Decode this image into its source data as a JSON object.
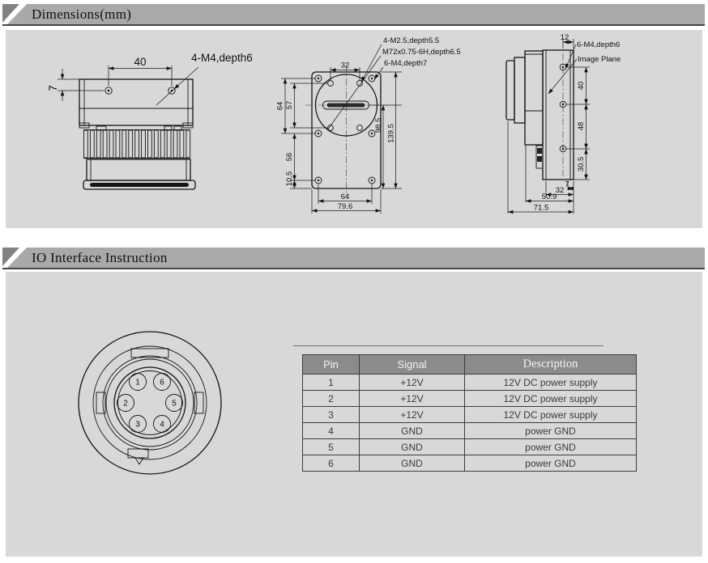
{
  "colors": {
    "section_bar": "#a9a9a9",
    "content_bg": "#d8d8d8",
    "table_header_bg": "#8b8b8b",
    "line": "#141414"
  },
  "sections": {
    "dimensions": {
      "title": "Dimensions(mm)"
    },
    "io": {
      "title": "IO Interface Instruction"
    }
  },
  "drawings": {
    "top_view": {
      "dim_width": "40",
      "dim_offset": "7",
      "label_holes": "4-M4,depth6"
    },
    "front_view": {
      "label_m25": "4-M2.5,depth5.5",
      "label_m72": "M72x0.75-6H,depth6.5",
      "label_m4": "6-M4,depth7",
      "dim_top": "32",
      "dim_left_outer": "64",
      "dim_left_inner": "57",
      "dim_left_lower": "56",
      "dim_left_bottom": "10.5",
      "dim_right_inner": "98.5",
      "dim_right_outer": "139.5",
      "dim_bottom_inner": "64",
      "dim_bottom_outer": "79.6"
    },
    "side_view": {
      "dim_top": "12",
      "label_m4": "6-M4,depth6",
      "label_image_plane": "Image Plane",
      "dim_right_upper": "40",
      "dim_right_mid": "48",
      "dim_right_lower": "30.5",
      "dim_bottom_1": "7",
      "dim_bottom_2": "32",
      "dim_bottom_3": "50.9",
      "dim_bottom_4": "71.5"
    },
    "connector": {
      "pin_labels": [
        "1",
        "6",
        "2",
        "5",
        "3",
        "4"
      ]
    }
  },
  "table": {
    "headers": [
      "Pin",
      "Signal",
      "Description"
    ],
    "rows": [
      [
        "1",
        "+12V",
        "12V DC power supply"
      ],
      [
        "2",
        "+12V",
        "12V DC power supply"
      ],
      [
        "3",
        "+12V",
        "12V DC power supply"
      ],
      [
        "4",
        "GND",
        "power GND"
      ],
      [
        "5",
        "GND",
        "power GND"
      ],
      [
        "6",
        "GND",
        "power GND"
      ]
    ]
  }
}
